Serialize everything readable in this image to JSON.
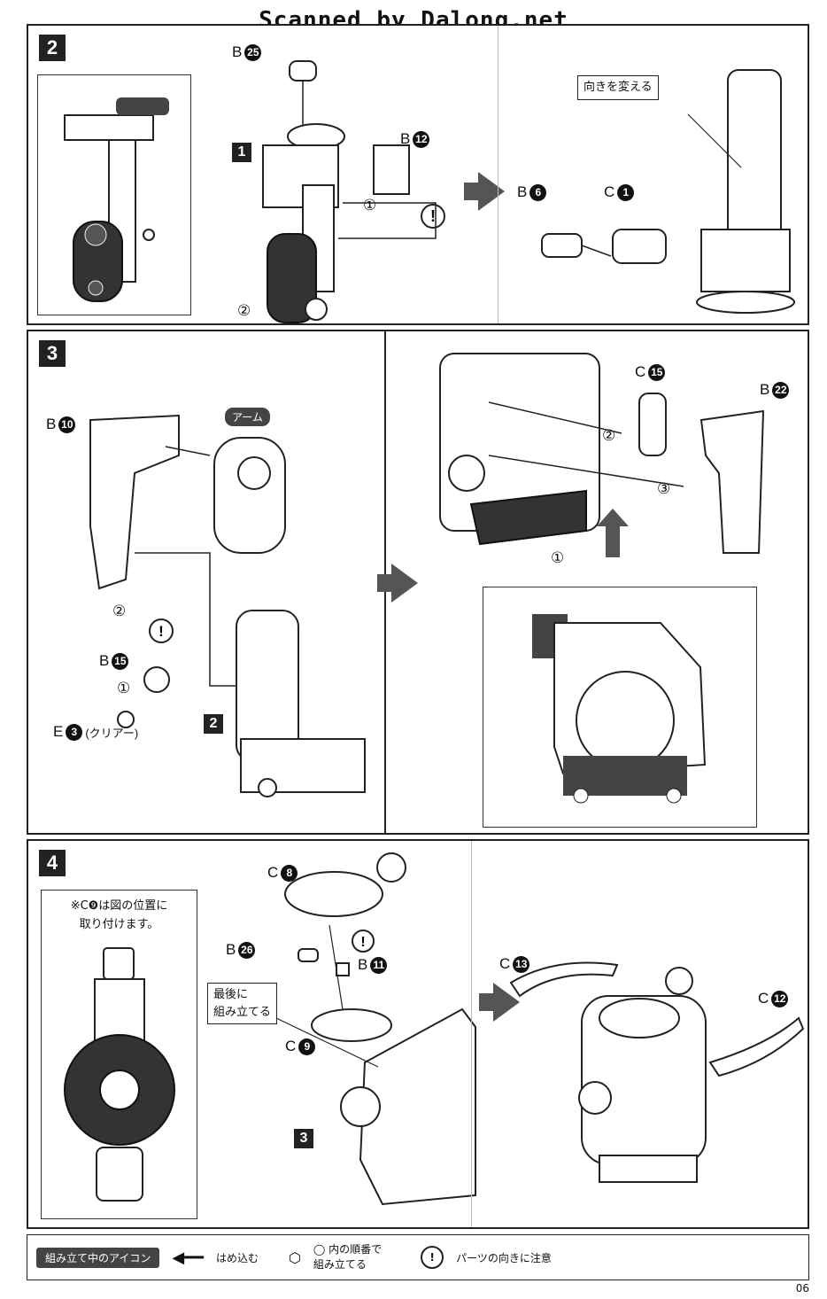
{
  "watermark": "Scanned by Dalong.net",
  "page_number": "06",
  "steps": {
    "s2": {
      "number": "2",
      "labels": {
        "b25": {
          "letter": "B",
          "num": "25"
        },
        "b12": {
          "letter": "B",
          "num": "12"
        },
        "b6": {
          "letter": "B",
          "num": "6"
        },
        "c1": {
          "letter": "C",
          "num": "1"
        }
      },
      "sub1": "1",
      "callout": "向きを変える",
      "order1": "①",
      "order2": "②"
    },
    "s3": {
      "number": "3",
      "labels": {
        "b10": {
          "letter": "B",
          "num": "10"
        },
        "b15": {
          "letter": "B",
          "num": "15"
        },
        "e3": {
          "letter": "E",
          "num": "3"
        },
        "c15": {
          "letter": "C",
          "num": "15"
        },
        "b22": {
          "letter": "B",
          "num": "22"
        }
      },
      "e3_note": "(クリアー)",
      "arm_tag": "アーム",
      "sub2": "2",
      "order1": "①",
      "order2": "②",
      "order3": "③"
    },
    "s4": {
      "number": "4",
      "labels": {
        "c8": {
          "letter": "C",
          "num": "8"
        },
        "b26": {
          "letter": "B",
          "num": "26"
        },
        "b11": {
          "letter": "B",
          "num": "11"
        },
        "c9": {
          "letter": "C",
          "num": "9"
        },
        "c13": {
          "letter": "C",
          "num": "13"
        },
        "c12": {
          "letter": "C",
          "num": "12"
        }
      },
      "inset_note_line1": "※C❾は図の位置に",
      "inset_note_line2": "取り付けます。",
      "callout_line1": "最後に",
      "callout_line2": "組み立てる",
      "sub3": "3"
    }
  },
  "legend": {
    "badge": "組み立て中のアイコン",
    "press_in": "はめ込む",
    "order_line1": "◯ 内の順番で",
    "order_line2": "組み立てる",
    "caution": "パーツの向きに注意"
  }
}
